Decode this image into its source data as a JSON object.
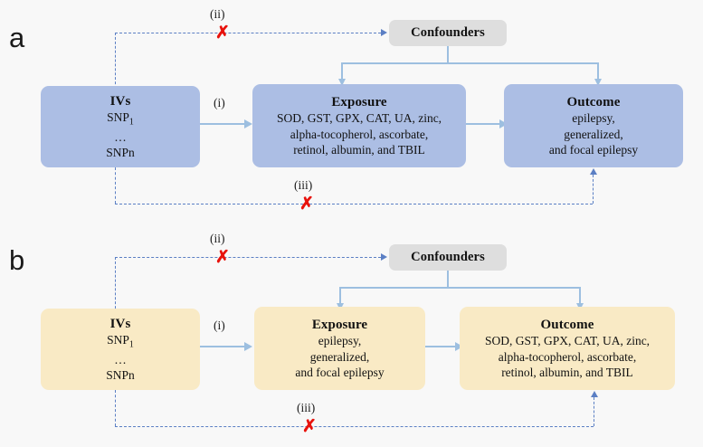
{
  "figure": {
    "background_color": "#f8f8f8",
    "node_blue": "#acbee4",
    "node_cream": "#f9eac5",
    "node_grey": "#dedede",
    "connector_color": "#9dbfe0",
    "dashed_color": "#5b7fc4",
    "x_mark_color": "#e8120c",
    "x_mark_glyph": "✗"
  },
  "panels": [
    {
      "letter": "a",
      "nodes": {
        "ivs": {
          "title": "IVs",
          "line1": "SNP",
          "line1_sub": "1",
          "line2": "…",
          "line3": "SNPn"
        },
        "exposure": {
          "title": "Exposure",
          "lines": [
            "SOD, GST, GPX, CAT, UA, zinc,",
            "alpha-tocopherol, ascorbate,",
            "retinol, albumin, and TBIL"
          ]
        },
        "outcome": {
          "title": "Outcome",
          "lines": [
            "epilepsy,",
            "generalized,",
            "and focal epilepsy"
          ]
        },
        "confounders": {
          "title": "Confounders"
        }
      },
      "labels": {
        "path_i": "(i)",
        "path_ii": "(ii)",
        "path_iii": "(iii)"
      }
    },
    {
      "letter": "b",
      "nodes": {
        "ivs": {
          "title": "IVs",
          "line1": "SNP",
          "line1_sub": "1",
          "line2": "…",
          "line3": "SNPn"
        },
        "exposure": {
          "title": "Exposure",
          "lines": [
            "epilepsy,",
            "generalized,",
            "and focal epilepsy"
          ]
        },
        "outcome": {
          "title": "Outcome",
          "lines": [
            "SOD, GST, GPX, CAT, UA, zinc,",
            "alpha-tocopherol, ascorbate,",
            "retinol, albumin, and TBIL"
          ]
        },
        "confounders": {
          "title": "Confounders"
        }
      },
      "labels": {
        "path_i": "(i)",
        "path_ii": "(ii)",
        "path_iii": "(iii)"
      }
    }
  ]
}
